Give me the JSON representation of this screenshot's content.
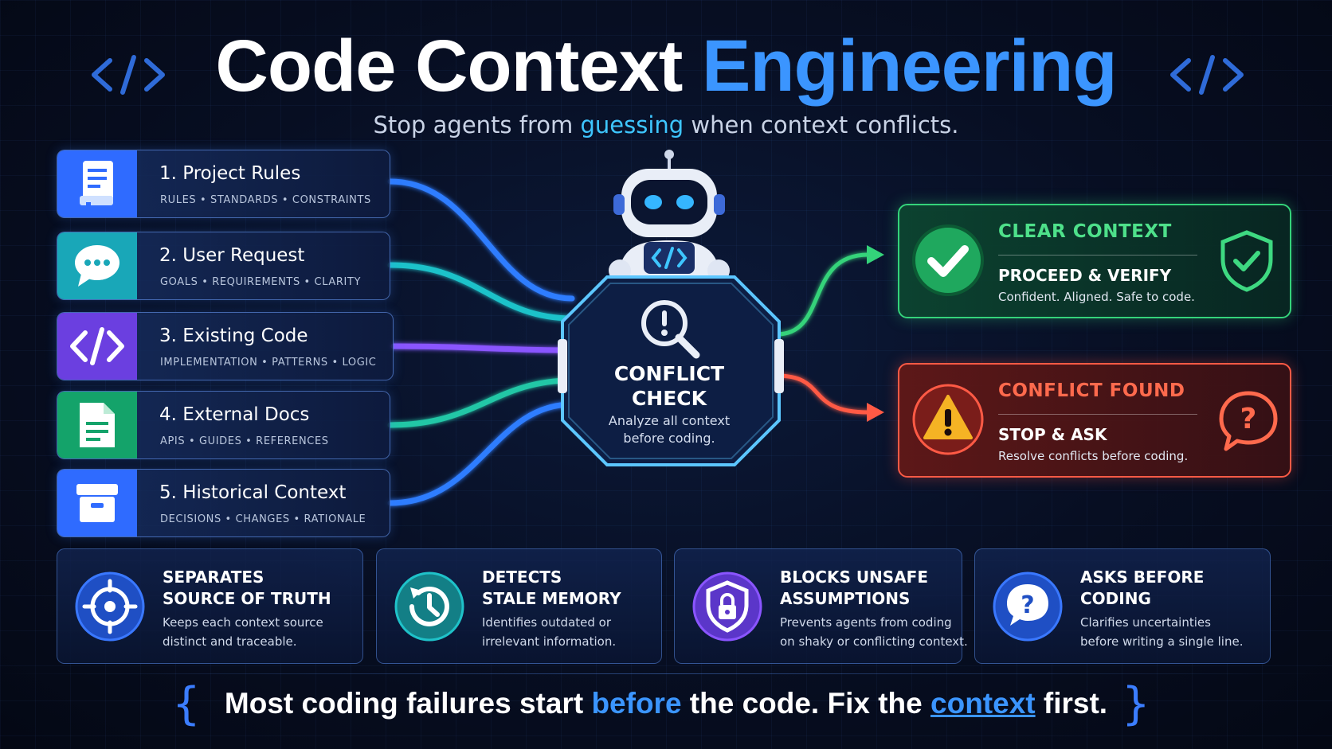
{
  "header": {
    "title_main": "Code Context",
    "title_accent": "Engineering",
    "subtitle_pre": "Stop agents from",
    "subtitle_hl": "guessing",
    "subtitle_post": "when context conflicts."
  },
  "sources": [
    {
      "title": "1. Project Rules",
      "sub": "RULES • STANDARDS • CONSTRAINTS",
      "icon": "book-icon",
      "color": "#2f6bff"
    },
    {
      "title": "2. User Request",
      "sub": "GOALS • REQUIREMENTS • CLARITY",
      "icon": "chat-icon",
      "color": "#19a7b8"
    },
    {
      "title": "3. Existing Code",
      "sub": "IMPLEMENTATION • PATTERNS • LOGIC",
      "icon": "code-icon",
      "color": "#6b3fe0"
    },
    {
      "title": "4. External Docs",
      "sub": "APIS • GUIDES • REFERENCES",
      "icon": "document-icon",
      "color": "#14a36a"
    },
    {
      "title": "5. Historical Context",
      "sub": "DECISIONS • CHANGES • RATIONALE",
      "icon": "archive-icon",
      "color": "#2f6bff"
    }
  ],
  "center": {
    "title_line1": "CONFLICT",
    "title_line2": "CHECK",
    "desc_line1": "Analyze all context",
    "desc_line2": "before coding.",
    "icon": "alert-magnifier-icon"
  },
  "outcomes": {
    "clear": {
      "title": "CLEAR CONTEXT",
      "heading": "PROCEED & VERIFY",
      "desc": "Confident. Aligned. Safe to code.",
      "color": "#34d37a"
    },
    "conflict": {
      "title": "CONFLICT FOUND",
      "heading": "STOP & ASK",
      "desc": "Resolve conflicts before coding.",
      "color": "#ff5a45"
    }
  },
  "features": [
    {
      "t1": "SEPARATES",
      "t2": "SOURCE OF TRUTH",
      "d1": "Keeps each context source",
      "d2": "distinct and traceable.",
      "icon": "target-icon"
    },
    {
      "t1": "DETECTS",
      "t2": "STALE MEMORY",
      "d1": "Identifies outdated or",
      "d2": "irrelevant information.",
      "icon": "history-icon"
    },
    {
      "t1": "BLOCKS UNSAFE",
      "t2": "ASSUMPTIONS",
      "d1": "Prevents agents from coding",
      "d2": "on shaky or conflicting context.",
      "icon": "shield-lock-icon"
    },
    {
      "t1": "ASKS BEFORE",
      "t2": "CODING",
      "d1": "Clarifies uncertainties",
      "d2": "before writing a single line.",
      "icon": "question-bubble-icon"
    }
  ],
  "footer": {
    "p1": "Most coding failures start",
    "b1": "before",
    "p2": "the code. Fix the",
    "b2": "context",
    "p3": "first."
  }
}
